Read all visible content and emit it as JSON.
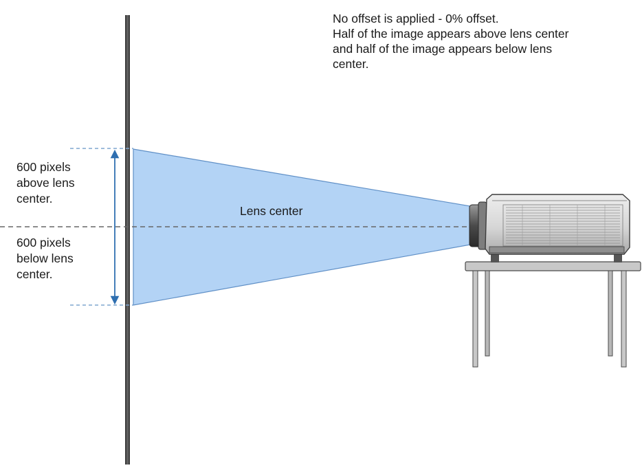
{
  "caption": {
    "lines": [
      "No offset is applied - 0% offset.",
      "Half of the image appears above lens center",
      "and half of the image appears below lens",
      "center."
    ]
  },
  "lens_center_label": "Lens center",
  "above_label": {
    "lines": [
      "600 pixels",
      "above lens",
      "center."
    ]
  },
  "below_label": {
    "lines": [
      "600 pixels",
      "below lens",
      "center."
    ]
  },
  "colors": {
    "beam": "#b3d3f5",
    "beam_edge": "#5f8fc6",
    "arrow": "#2f6fb0",
    "screen": "#4a4a4a",
    "dashed": "#666666",
    "projector_body": "#d9d9d9",
    "projector_outline": "#3c3c3c",
    "table": "#c8c8c8",
    "table_outline": "#4a4a4a"
  }
}
